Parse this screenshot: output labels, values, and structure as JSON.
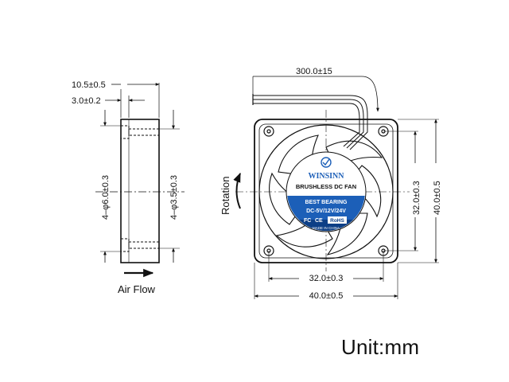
{
  "side_view": {
    "dims": {
      "width": "10.5±0.5",
      "flange": "3.0±0.2",
      "hole_outer": "4–φ6.0±0.3",
      "hole_inner": "4–φ3.5±0.3"
    },
    "airflow_label": "Air Flow"
  },
  "front_view": {
    "dims": {
      "cable": "300.0±15",
      "hole_spacing_v": "32.0±0.3",
      "size_v": "40.0±0.5",
      "hole_spacing_h": "32.0±0.3",
      "size_h": "40.0±0.5"
    },
    "rotation_label": "Rotation",
    "sticker": {
      "brand": "WINSINN",
      "line1": "BRUSHLESS DC FAN",
      "line2": "BEST BEARING",
      "line3": "DC-5V/12V/24V",
      "cert1": "FC",
      "cert2": "CE",
      "cert3": "RoHS",
      "origin": "MADE IN CHINA"
    }
  },
  "unit_label": "Unit:mm",
  "colors": {
    "line": "#111111",
    "sticker_blue": "#1c5fb8",
    "sticker_dark": "#0d3f86"
  }
}
